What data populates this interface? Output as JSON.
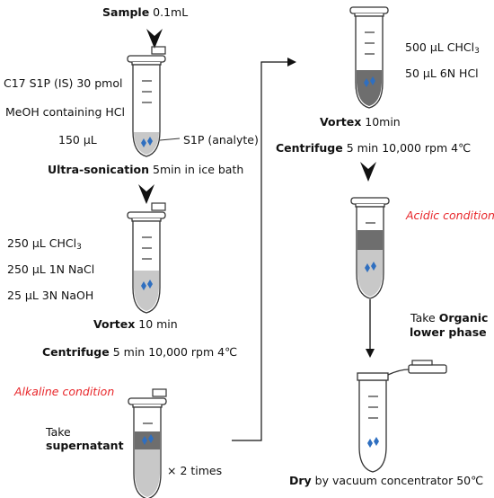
{
  "colors": {
    "condition": "#e8262a",
    "analyte_diamond": "#2f6fc0",
    "tube_outline": "#333333",
    "phase_light": "#c8c8c8",
    "phase_dark": "#6e6e6e",
    "arrow": "#111111"
  },
  "left_column": {
    "step1": {
      "sample_bold": "Sample",
      "sample_volume": " 0.1mL",
      "reagent_is": "C17 S1P (IS) 30 pmol",
      "reagent_meoh": "MeOH containing HCl",
      "reagent_volume": "150 μL",
      "analyte_label": "S1P (analyte)",
      "sonication_bold": "Ultra-sonication",
      "sonication_detail": " 5min in ice bath"
    },
    "step2": {
      "chcl3_prefix": "250 μL  CHCl",
      "chcl3_sub": "3",
      "nacl": "250 μL  1N NaCl",
      "naoh": "25 μL  3N NaOH",
      "vortex_bold": "Vortex",
      "vortex_detail": " 10 min",
      "centrifuge_bold": "Centrifuge",
      "centrifuge_detail": " 5 min 10,000 rpm 4℃"
    },
    "step3": {
      "condition": "Alkaline condition",
      "take": "Take",
      "supernatant": "supernatant",
      "repeat": "× 2 times"
    }
  },
  "right_column": {
    "step4": {
      "chcl3_prefix": "500 μL  CHCl",
      "chcl3_sub": "3",
      "hcl": "50 μL  6N HCl",
      "vortex_bold": "Vortex",
      "vortex_detail": " 10min",
      "centrifuge_bold": "Centrifuge",
      "centrifuge_detail": " 5 min 10,000 rpm 4℃"
    },
    "step5": {
      "condition": "Acidic condition",
      "take": "Take ",
      "organic_bold": "Organic",
      "lower_phase_bold": "lower phase"
    },
    "step6": {
      "dry_bold": "Dry",
      "dry_detail": " by vacuum concentrator 50℃"
    }
  }
}
